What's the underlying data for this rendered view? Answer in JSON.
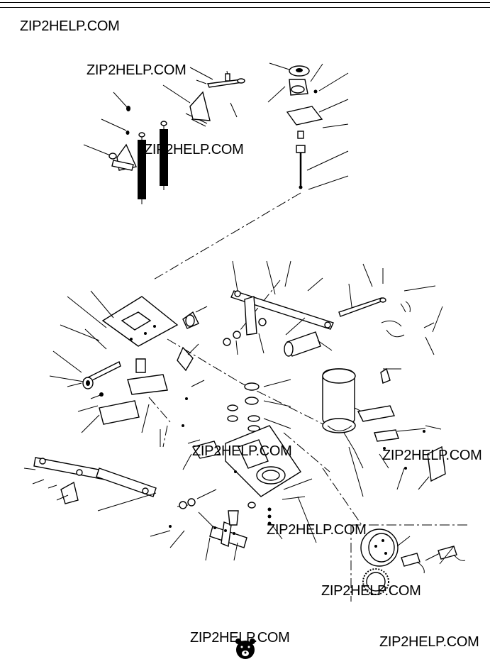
{
  "watermarks": [
    "ZIP2HELP.COM",
    "ZIP2HELP.COM",
    "ZIP2HELP.COM",
    "ZIP2HELP.COM",
    "ZIP2HELP.COM",
    "ZIP2HELP.COM",
    "ZIP2HELP.COM",
    "ZIP2HELP.COM",
    "ZIP2HELP.COM"
  ],
  "colors": {
    "ink": "#000000",
    "paper": "#ffffff"
  },
  "icons": {
    "logo": "bear-logo-icon"
  }
}
